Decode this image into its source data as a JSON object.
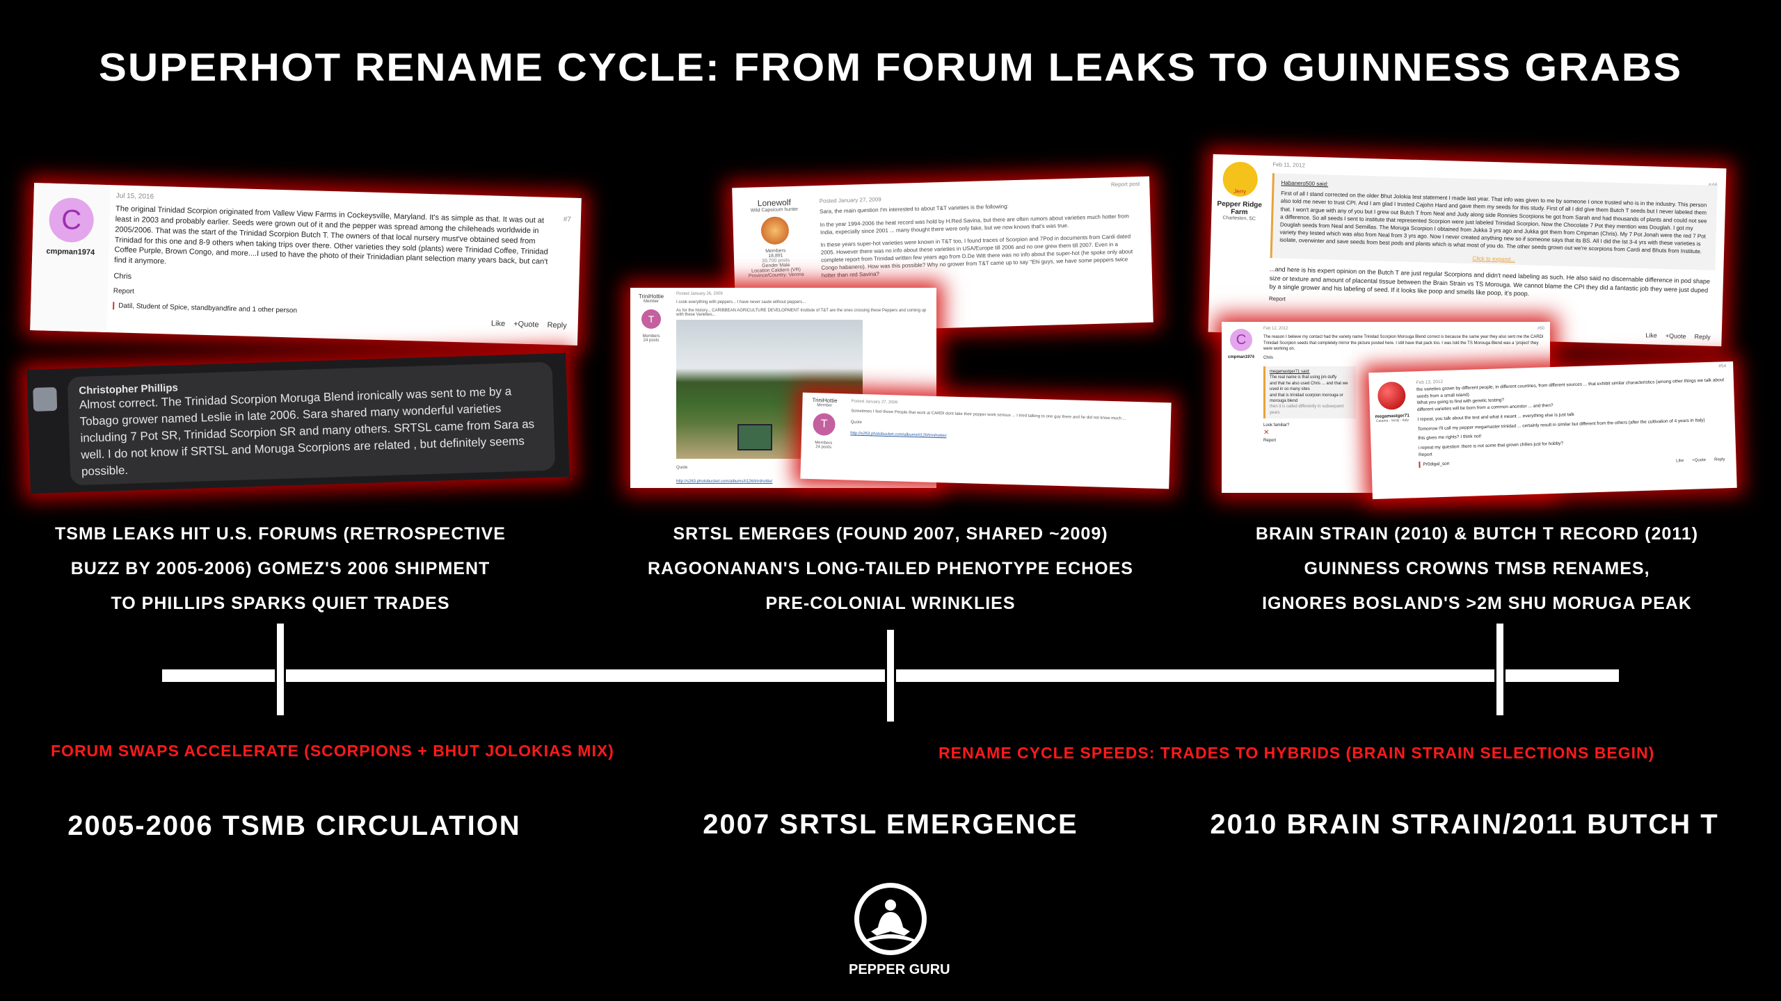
{
  "title": "Superhot Rename Cycle: From Forum Leaks to Guinness Grabs",
  "colors": {
    "background": "#000000",
    "accent_red": "#ff1a1a",
    "glow": "#d20000",
    "text": "#ffffff"
  },
  "posts": {
    "cmpman": {
      "avatar_letter": "C",
      "username": "cmpman1974",
      "date": "Jul 15, 2016",
      "post_no": "#7",
      "paragraphs": [
        "The original Trinidad Scorpion originated from Vallew View Farms in Cockeysville, Maryland. It's as simple as that. It was out at least in 2003 and probably earlier. Seeds were grown out of it and the pepper was spread among the chileheads worldwide in 2005/2006. That was the start of the Trinidad Scorpion Butch T. The owners of that local nursery must've obtained seed from Trinidad for this one and 8-9 others when taking trips over there. Other varieties they sold (plants) were Trinidad Coffee, Trinidad Coffee Purple, Brown Congo, and more....I used to have the photo of their Trinidadian plant selection many years back, but can't find it anymore.",
        "Chris"
      ],
      "report": "Report",
      "reactions": "Datil, Student of Spice, standbyandfire and 1 other person",
      "like": "Like",
      "quote": "+Quote",
      "reply": "Reply"
    },
    "phillips": {
      "name": "Christopher Phillips",
      "text": "Almost correct. The Trinidad Scorpion Moruga Blend ironically was sent to me by a Tobago grower named Leslie in late 2006. Sara shared many wonderful varieties including 7 Pot SR, Trinidad Scorpion SR and many others. SRTSL came from Sara as well. I do not know if SRTSL and Moruga Scorpions are related , but definitely seems possible."
    },
    "lonewolf": {
      "username": "Lonewolf",
      "role": "Wild Capsicum hunter",
      "group": "Members",
      "rep": "18,891",
      "posts": "39,700 posts",
      "gender": "Gender Male",
      "location": "Location Caldiero (VR)",
      "province": "Province/Country: Verona",
      "date": "Posted January 27, 2009",
      "report": "Report post",
      "paragraphs": [
        "Sara, the main question I'm interested to about T&T varieties is the following:",
        "In the year 1994-2006 the heat record was hold by H.Red Savina, but there are often rumors about varieties much hotter from India, expecially since 2001 ... many thought there were only fake, but we now knows that's was true.",
        "In these years super-hot varieties were known in T&T too, I found traces of Scorpion and 7Pod in documents from Cardi dated 2005. However there was no info about these varieties in USA/Europe till 2006 and no one grew them till 2007. Even in a complete report from Trinidad written few years ago from D.De Witt there was no info about the super-hot (he spoke only about Congo habanero). How was this possible? Why no grower from T&T came up to say \"Ehi guys, we have some peppers twice hotter than red Savina?"
      ]
    },
    "trini1": {
      "username": "TriniHottie",
      "role": "Member",
      "avatar_letter": "T",
      "group": "Members",
      "posts": "24 posts",
      "date": "Posted January 26, 2009",
      "paragraphs": [
        "I cook everything with peppers... I have never saute without peppers...",
        "As for the history... CARIBBEAN AGRICULTURE DEVELOPMENT Institute of T&T are the ones crossing these Peppers and coming up with these Varieties..."
      ],
      "quote": "Quote",
      "link": "http://s263.photobucket.com/albums/ii126/trinihottie/"
    },
    "trini2": {
      "username": "TriniHottie",
      "role": "Member",
      "avatar_letter": "T",
      "group": "Members",
      "posts": "24 posts",
      "date": "Posted January 27, 2009",
      "text": "Sometimes I feel those People that work at CARDI dont take their pepper work serious ... I tried talking to one guy there and he did not know much ...",
      "quote": "Quote",
      "link": "http://s263.photobucket.com/albums/ii126/trinihottie/"
    },
    "jerry": {
      "avatar_label": "Jerry",
      "username": "Pepper Ridge Farm",
      "location": "Charleston, SC",
      "date": "Feb 11, 2012",
      "post_no": "#46",
      "quote_author": "Habanero500 said:",
      "quote_text": "First of all I stand corrected on the older Bhut Jolokia test statement I made last year. That info was given to me by someone I once trusted who is in the industry. This person also told me never to trust CPI. And I am glad I trusted Cajohn Hard and gave them my seeds for this study. First of all I did give them Butch T seeds but I never labeled them that. I won't argue with any of you but I grew out Butch T from Neal and Judy along side Ronnies Scorpions he got from Sarah and had thousands of plants and could not see a difference. So all seeds I sent to institute that represented Scorpion were just labeled Trinidad Scorpion. Now the Chocolate 7 Pot they mention was Douglah. I got my Douglah seeds from Neal and Semillas. The Moruga Scorpion I obtained from Jukka 3 yrs ago and Jukka got them from Cmpman (Chris). My 7 Pot Jonah were the red 7 Pot variety they tested which was also from Neal from 3 yrs ago. Now I never created anything new so if someone says that its BS. All I did the Ist 3-4 yrs with these varieties is isolate, overwinter and save seeds from best pods and plants which is what most of you do. The other seeds grown out we're scorpions from Cardi and Bhuts from Institute.",
      "expand": "Click to expand...",
      "text": "...and here is his expert opinion on the Butch T are just regular Scorpions and didn't need labeling as such. He also said no discernable difference in pod shape size or texture and amount of placental tissue between the Brain Strain vs TS Morouga. We cannot blame the CPI they did a fantastic job they were just duped by a single grower and his labeling of seed. If it looks like poop and smells like poop, it's poop.",
      "report": "Report",
      "like": "Like",
      "quote": "+Quote",
      "reply": "Reply"
    },
    "cmpman2": {
      "avatar_letter": "C",
      "username": "cmpman1974",
      "date": "Feb 12, 2012",
      "post_no": "#50",
      "text": "The reason I believe my contact had the variety name Trinidad Scorpion Morouga Blend correct is because the same year they also sent me the CARDI Trinidad Scorpion seeds that completely mirror the picture posted here. I still have that pack too. I was told the TS Morouga Blend was a 'project' they were working on.",
      "sign": "Chris",
      "quote_author": "megamastger71 said:",
      "quote_lines": [
        "The real name is that using jim duffy",
        "and that he also used Chris ... and that we used in so many sites",
        "and that is trinidad scorpion morouga or morouga blend",
        "then it is called differently in subsequent years"
      ],
      "footer": "Look familiar?",
      "report": "Report"
    },
    "mega": {
      "username": "megamastger71",
      "location": "Catania - Sicily - Italy",
      "date": "Feb 13, 2012",
      "post_no": "#54",
      "lines": [
        "the varieties grown by different people, in different countries, from different sources ... that exhibit similar characteristics (among other things we talk about seeds from a small island)",
        "What you going to find with genetic testing?",
        "different varieties will be born from a common ancestor ... and then?",
        "I repeat, you talk about the test and what it meant ... everything else is just talk",
        "Tomorrow I'll call my pepper megamaster trinidad ... certainly result in similar but different from the others (after the cultivation of 4 years in Italy)",
        "this gives me rights? I think not!",
        "i repeat my question: there is not some that grown chilies just for hobby?"
      ],
      "report": "Report",
      "reactions": "Pr0digal_son",
      "like": "Like",
      "quote": "+Quote",
      "reply": "Reply"
    }
  },
  "captions": [
    [
      "TSMB leaks hit U.S. forums (retrospective",
      "buzz by 2005-2006) Gomez's 2006 shipment",
      "to Phillips sparks quiet trades"
    ],
    [
      "SRTSL emerges (found 2007, shared ~2009)",
      "Ragoonanan's long-tailed phenotype echoes",
      "pre-colonial wrinklies"
    ],
    [
      "Brain Strain (2010) & Butch T record (2011)",
      "Guinness crowns TMSB renames,",
      "ignores Bosland's >2M SHU Moruga peak"
    ]
  ],
  "notes": [
    "Forum swaps accelerate (Scorpions + Bhut Jolokias mix)",
    "Rename cycle speeds: trades to hybrids (Brain Strain selections begin)"
  ],
  "milestones": [
    "2005-2006 TSMB Circulation",
    "2007 SRTSL Emergence",
    "2010 Brain Strain/2011 Butch T"
  ],
  "logo": {
    "text": "PEPPER GURU",
    "icon": "meditating-guru-icon"
  }
}
